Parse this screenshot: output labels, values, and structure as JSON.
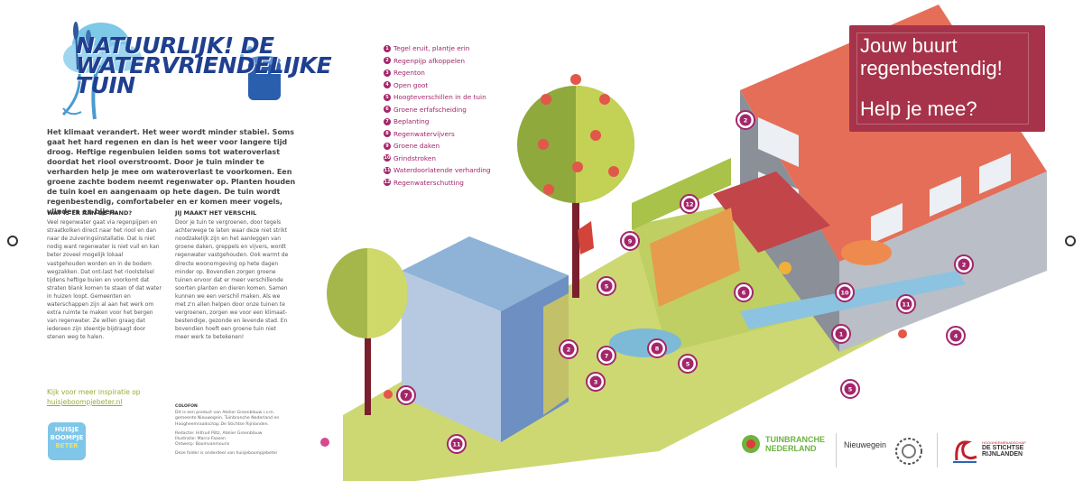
{
  "title": {
    "line1": "NATUURLIJK! DE",
    "line2": "WATERVRIENDELIJKE",
    "line3": "TUIN"
  },
  "intro": "Het klimaat verandert. Het weer wordt minder stabiel. Soms gaat het hard regenen en dan is het weer voor langere tijd droog. Heftige regenbuien leiden soms tot wateroverlast doordat het riool overstroomt. Door je tuin minder te verharden help je mee om wateroverlast te voorkomen. Een groene zachte bodem neemt regenwater op. Planten houden de tuin koel en aangenaam op hete dagen. De tuin wordt regenbestendig, comfortabeler en er komen meer vogels, vlinders en bijen.",
  "section1": {
    "heading": "WAT IS ER AAN DE HAND?",
    "body": "Veel regenwater gaat via regenpijpen en straatkolken direct naar het riool en dan naar de zuiveringsinstallatie. Dat is niet nodig want regenwater is niet vuil en kan beter zoveel mogelijk lokaal vastgehouden worden en in de bodem wegzakken. Dat ont-last het rioolstelsel tijdens heftige buien en voorkomt dat straten blank komen te staan of dat water in huizen loopt. Gemeenten en waterschappen zijn al aan het werk om extra ruimte te maken voor het bergen van regenwater. Ze willen graag dat iedereen zijn steentje bijdraagt door stenen weg te halen."
  },
  "section2": {
    "heading": "JIJ MAAKT HET VERSCHIL",
    "body": "Door je tuin te vergroenen, door tegels achterwege te laten waar deze niet strikt noodzakelijk zijn en het aanleggen van groene daken, greppels en vijvers, wordt regenwater vastgehouden. Ook warmt de directe woonomgeving op hete dagen minder op. Bovendien zorgen groene tuinen ervoor dat er meer verschillende soorten planten en dieren komen. Samen kunnen we een verschil maken. Als we met z'n allen helpen door onze tuinen te vergroenen, zorgen we voor een klimaat-bestendige, gezonde en levende stad. En bovendien hoeft een groene tuin niet meer werk te betekenen!"
  },
  "inspire": {
    "text": "Kijk voor meer inspiratie op",
    "url": "huisjeboompjebeter.nl"
  },
  "badge": {
    "line1": "HUISJE",
    "line2": "BOOMPJE",
    "line3": "BETER"
  },
  "colofon": {
    "heading": "COLOFON",
    "p1": "Dit is een product van Atelier Groenblauw i.s.m. gemeente Nieuwegein, Tuinbranche Nederland en Hoogheemraadschap De Stichtse Rijnlanden.",
    "p2": "Redactie: Hiltrud Pötz, Atelier Groenblauw\nIllustratie: Marco Faasen\nOntwerp: Boomvanmouris",
    "p3": "Deze folder is onderdeel van huisjeboompjebeter"
  },
  "legend": [
    {
      "n": "1",
      "label": "Tegel eruit, plantje erin"
    },
    {
      "n": "2",
      "label": "Regenpijp afkoppelen"
    },
    {
      "n": "3",
      "label": "Regenton"
    },
    {
      "n": "4",
      "label": "Open goot"
    },
    {
      "n": "5",
      "label": "Hoogteverschillen in de tuin"
    },
    {
      "n": "6",
      "label": "Groene erfafscheiding"
    },
    {
      "n": "7",
      "label": "Beplanting"
    },
    {
      "n": "8",
      "label": "Regenwatervijvers"
    },
    {
      "n": "9",
      "label": "Groene daken"
    },
    {
      "n": "10",
      "label": "Grindstroken"
    },
    {
      "n": "11",
      "label": "Waterdoorlatende verharding"
    },
    {
      "n": "12",
      "label": "Regenwaterschutting"
    }
  ],
  "banner": {
    "line1": "Jouw buurt",
    "line2": "regenbestendig!",
    "line3": "Help je mee?"
  },
  "partners": {
    "tuinbranche": {
      "line1": "TUINBRANCHE",
      "line2": "NEDERLAND"
    },
    "nieuwegein": "Nieuwegein",
    "stichtse": {
      "line1": "HOOGHEEMRAADSCHAP",
      "line2": "DE STICHTSE",
      "line3": "RIJNLANDEN"
    }
  },
  "markers": [
    "2",
    "9",
    "12",
    "5",
    "6",
    "8",
    "7",
    "2",
    "3",
    "5",
    "10",
    "11",
    "1",
    "2",
    "4",
    "5",
    "7",
    "11"
  ],
  "colors": {
    "accent": "#a3266a",
    "banner": "#a6334a",
    "roof": "#e8705a",
    "grass": "#c9d56a",
    "title": "#1f3f8f"
  }
}
